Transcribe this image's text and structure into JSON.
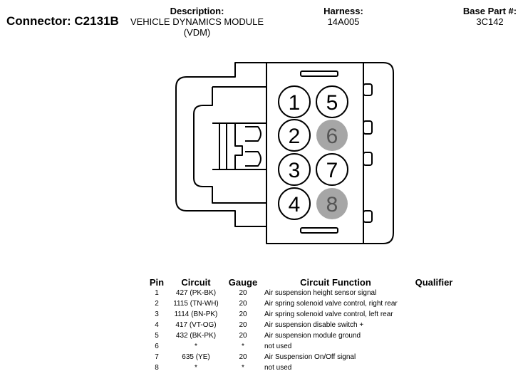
{
  "header": {
    "connector": "Connector: C2131B",
    "description_label": "Description:",
    "description_line1": "VEHICLE DYNAMICS MODULE",
    "description_line2": "(VDM)",
    "harness_label": "Harness:",
    "harness_value": "14A005",
    "base_part_label": "Base Part #:",
    "base_part_value": "3C142"
  },
  "connector_pins": [
    {
      "label": "1",
      "filled": false
    },
    {
      "label": "5",
      "filled": false
    },
    {
      "label": "2",
      "filled": false
    },
    {
      "label": "6",
      "filled": true
    },
    {
      "label": "3",
      "filled": false
    },
    {
      "label": "7",
      "filled": false
    },
    {
      "label": "4",
      "filled": false
    },
    {
      "label": "8",
      "filled": true
    }
  ],
  "colors": {
    "filled_pin": "#a6a6a6",
    "outline": "#000000"
  },
  "table": {
    "headers": {
      "pin": "Pin",
      "circuit": "Circuit",
      "gauge": "Gauge",
      "function": "Circuit Function",
      "qualifier": "Qualifier"
    },
    "rows": [
      {
        "pin": "1",
        "circuit": "427 (PK-BK)",
        "gauge": "20",
        "function": "Air suspension height sensor signal",
        "qualifier": ""
      },
      {
        "pin": "2",
        "circuit": "1115 (TN-WH)",
        "gauge": "20",
        "function": "Air spring solenoid valve control, right rear",
        "qualifier": ""
      },
      {
        "pin": "3",
        "circuit": "1114 (BN-PK)",
        "gauge": "20",
        "function": "Air spring solenoid valve control, left rear",
        "qualifier": ""
      },
      {
        "pin": "4",
        "circuit": "417 (VT-OG)",
        "gauge": "20",
        "function": "Air suspension disable switch +",
        "qualifier": ""
      },
      {
        "pin": "5",
        "circuit": "432 (BK-PK)",
        "gauge": "20",
        "function": "Air suspension module ground",
        "qualifier": ""
      },
      {
        "pin": "6",
        "circuit": "*",
        "gauge": "*",
        "function": "not used",
        "qualifier": ""
      },
      {
        "pin": "7",
        "circuit": "635 (YE)",
        "gauge": "20",
        "function": "Air Suspension On/Off signal",
        "qualifier": ""
      },
      {
        "pin": "8",
        "circuit": "*",
        "gauge": "*",
        "function": "not used",
        "qualifier": ""
      }
    ]
  }
}
